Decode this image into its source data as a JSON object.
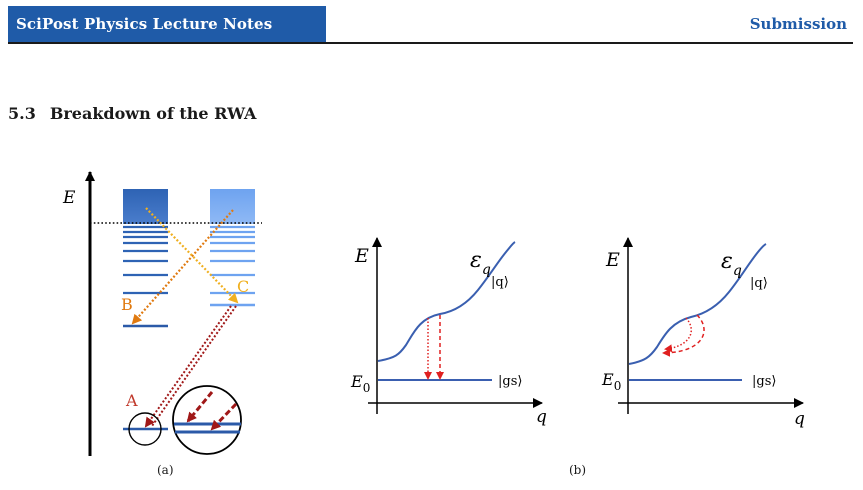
{
  "header": {
    "journal": "SciPost Physics Lecture Notes",
    "status": "Submission",
    "accent_color": "#1f5ba8"
  },
  "section": {
    "number": "5.3",
    "title": "Breakdown of the RWA"
  },
  "figure_a": {
    "axis_label": "E",
    "label_a": "A",
    "label_b": "B",
    "label_c": "C",
    "caption": "(a)",
    "colors": {
      "level": "#2b5aa8",
      "band_dark": "#2e63b4",
      "band_light": "#6ea3f0",
      "arrow_a": "#a01818",
      "arrow_b": "#e07a10",
      "arrow_c": "#f0b020"
    }
  },
  "figure_b": {
    "energy_label": "E",
    "ground_energy_label": "E0",
    "ground_energy_symbol": "E",
    "ground_energy_subscript": "0",
    "dispersion_symbol": "ε",
    "dispersion_subscript": "q",
    "state_q": "|q⟩",
    "state_gs": "|gs⟩",
    "momentum_label": "q",
    "caption": "(b)",
    "colors": {
      "curve": "#3a5fb0",
      "arrow": "#e02020"
    }
  }
}
